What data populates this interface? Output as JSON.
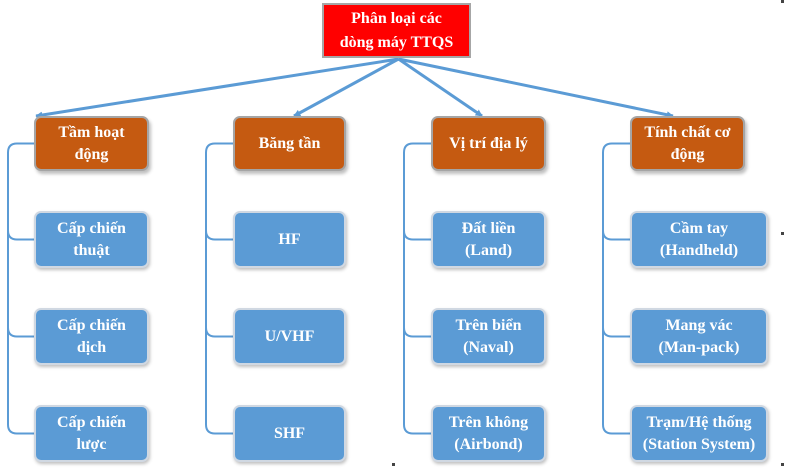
{
  "root": {
    "label": "Phân loại các\ndòng máy TTQS"
  },
  "categories": [
    {
      "label": "Tầm hoạt\nđộng",
      "children": [
        "Cấp chiến\nthuật",
        "Cấp chiến\ndịch",
        "Cấp chiến\nlược"
      ]
    },
    {
      "label": "Băng tần",
      "children": [
        "HF",
        "U/VHF",
        "SHF"
      ]
    },
    {
      "label": "Vị trí địa lý",
      "children": [
        "Đất liền\n(Land)",
        "Trên biển\n(Naval)",
        "Trên không\n(Airbond)"
      ]
    },
    {
      "label": "Tính chất cơ\nđộng",
      "children": [
        "Cầm tay\n(Handheld)",
        "Mang vác\n(Man-pack)",
        "Trạm/Hệ thống\n(Station System)"
      ]
    }
  ],
  "colors": {
    "root_fill": "#ff0000",
    "category_fill": "#c55a11",
    "leaf_fill": "#5b9bd5",
    "connector": "#5b9bd5",
    "text": "#ffffff"
  }
}
